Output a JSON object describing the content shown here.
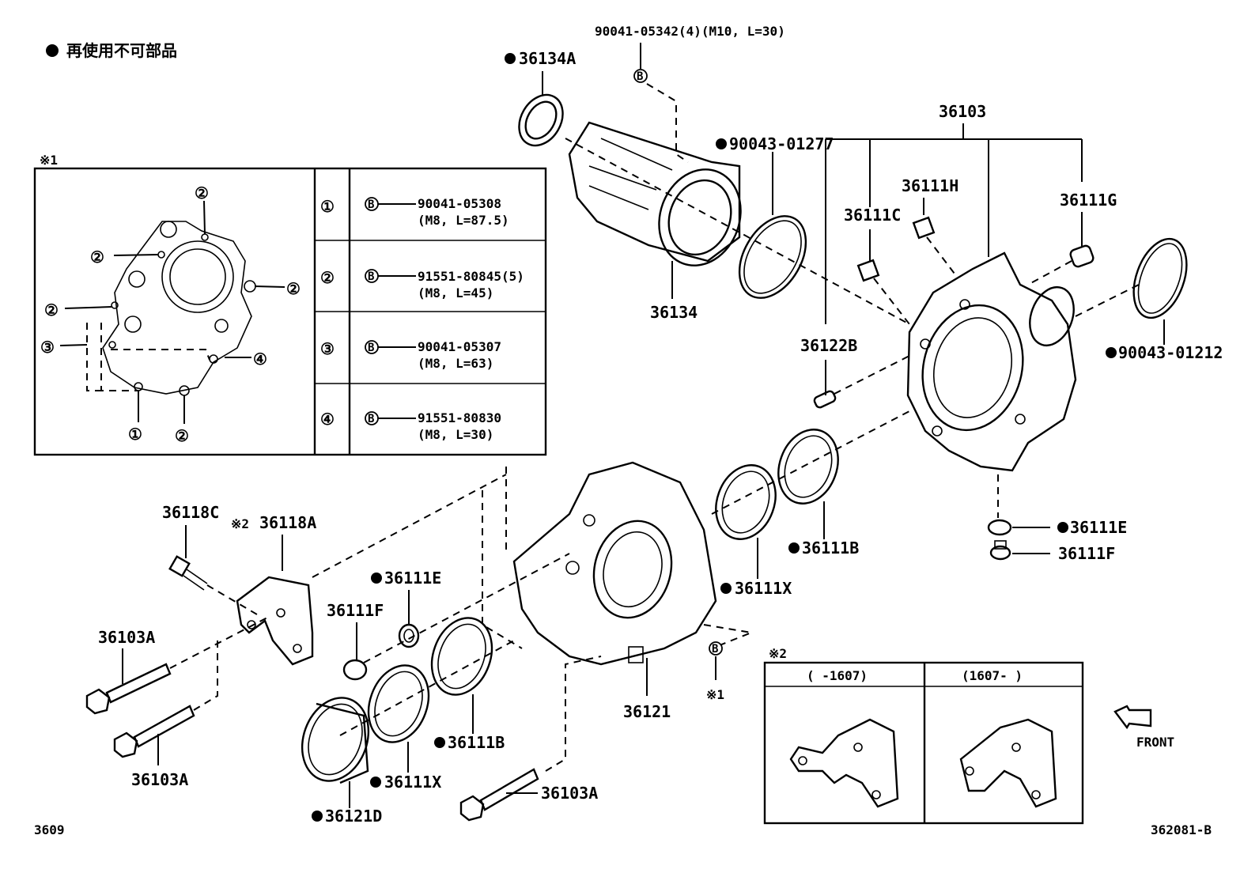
{
  "legend": {
    "bullet_text": "再使用不可部品"
  },
  "markers": {
    "note1": "※1",
    "note2": "※2",
    "bolt_b": "B"
  },
  "inset1": {
    "rows": [
      {
        "num": "①",
        "part": "90041-05308",
        "spec": "(M8, L=87.5)"
      },
      {
        "num": "②",
        "part": "91551-80845(5)",
        "spec": "(M8, L=45)"
      },
      {
        "num": "③",
        "part": "90041-05307",
        "spec": "(M8, L=63)"
      },
      {
        "num": "④",
        "part": "91551-80830",
        "spec": "(M8, L=30)"
      }
    ],
    "callouts": [
      "②",
      "②",
      "②",
      "②",
      "③",
      "④",
      "①",
      "②"
    ]
  },
  "labels": {
    "p36134A": "36134A",
    "p90041_05342": "90041-05342(4)(M10, L=30)",
    "p90043_01277": "90043-01277",
    "p36134": "36134",
    "p36103": "36103",
    "p36111H": "36111H",
    "p36111C": "36111C",
    "p36111G": "36111G",
    "p36122B": "36122B",
    "p90043_01212": "90043-01212",
    "p36111E_right": "36111E",
    "p36111F_right": "36111F",
    "p36111B_upper": "36111B",
    "p36111X_upper": "36111X",
    "p36118C": "36118C",
    "p36118A": "36118A",
    "p36111E_left": "36111E",
    "p36111F_left": "36111F",
    "p36103A_1": "36103A",
    "p36103A_2": "36103A",
    "p36103A_3": "36103A",
    "p36121": "36121",
    "p36111B_lower": "36111B",
    "p36111X_lower": "36111X",
    "p36121D": "36121D"
  },
  "inset2": {
    "col1": "(      -1607)",
    "col2": "(1607-      )"
  },
  "front_label": "FRONT",
  "footer": {
    "left_code": "3609",
    "right_code": "362081-B"
  }
}
